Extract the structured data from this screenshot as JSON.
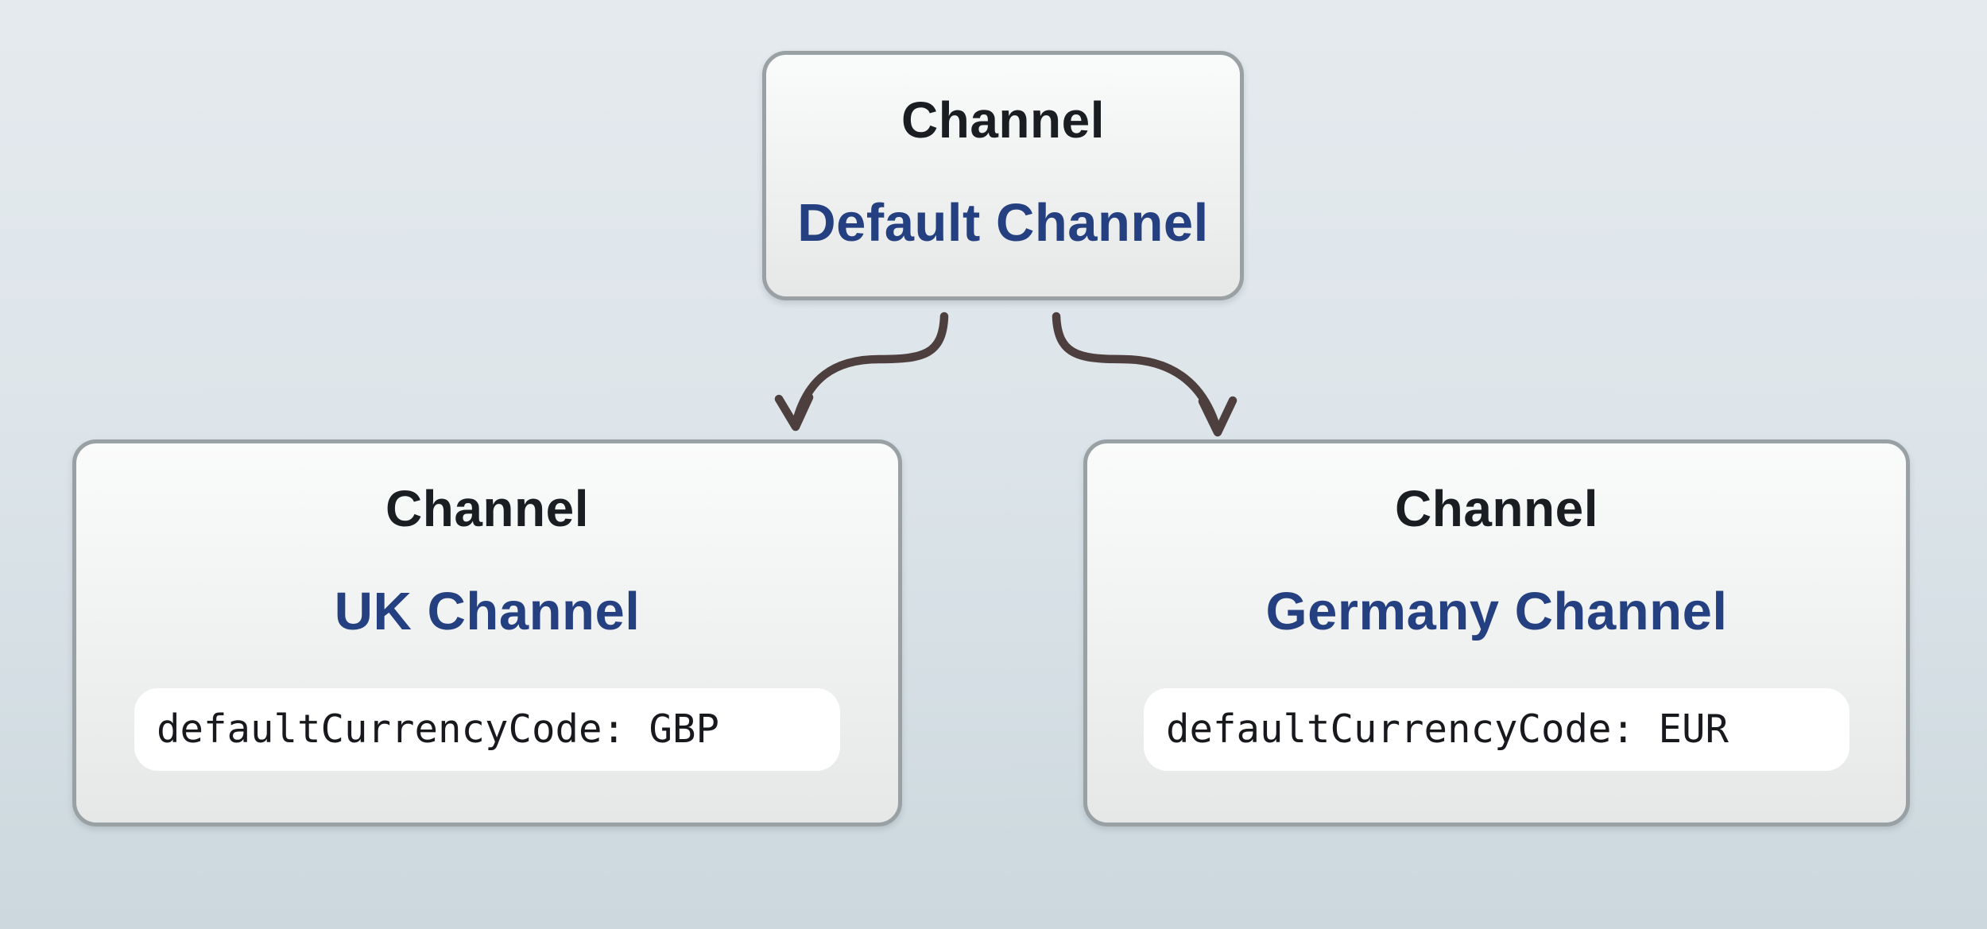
{
  "colors": {
    "bg_top": "#e5eaee",
    "bg_bottom": "#ccd8de",
    "heading_text": "#1a1d22",
    "accent_blue": "#254080",
    "arrow": "#4e3f3f",
    "node_border": "#99a1a5",
    "node_fill_top": "#fafbfb",
    "node_fill_bottom": "#e6e8e8",
    "code_bg": "#ffffff",
    "code_text": "#17191d"
  },
  "nodes": [
    {
      "id": "root",
      "type_label": "Channel",
      "name": "Default Channel"
    },
    {
      "id": "uk",
      "type_label": "Channel",
      "name": "UK Channel",
      "code": "defaultCurrencyCode: GBP"
    },
    {
      "id": "germany",
      "type_label": "Channel",
      "name": "Germany Channel",
      "code": "defaultCurrencyCode: EUR"
    }
  ],
  "edges": [
    {
      "from": "Default Channel",
      "to": "UK Channel"
    },
    {
      "from": "Default Channel",
      "to": "Germany Channel"
    }
  ]
}
